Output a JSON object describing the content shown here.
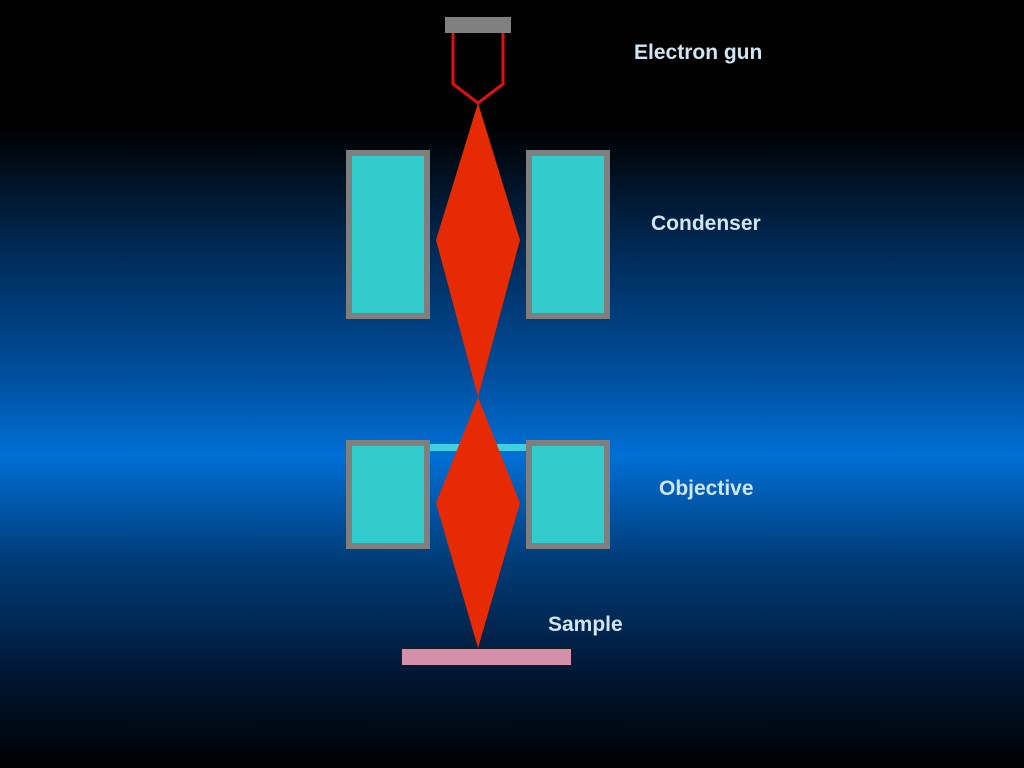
{
  "diagram": {
    "labels": {
      "electron_gun": "Electron gun",
      "condenser": "Condenser",
      "objective": "Objective",
      "sample": "Sample"
    },
    "colors": {
      "background_top": "#000000",
      "background_mid": "#0070d6",
      "background_bottom": "#000000",
      "beam": "#e62a04",
      "lens_fill": "#33cccc",
      "lens_border": "#7f7f7f",
      "gun_cap": "#808080",
      "filament": "#e01010",
      "aperture": "#40d0e0",
      "sample_fill": "#d490a8",
      "label_text": "#cfe5f2"
    }
  }
}
